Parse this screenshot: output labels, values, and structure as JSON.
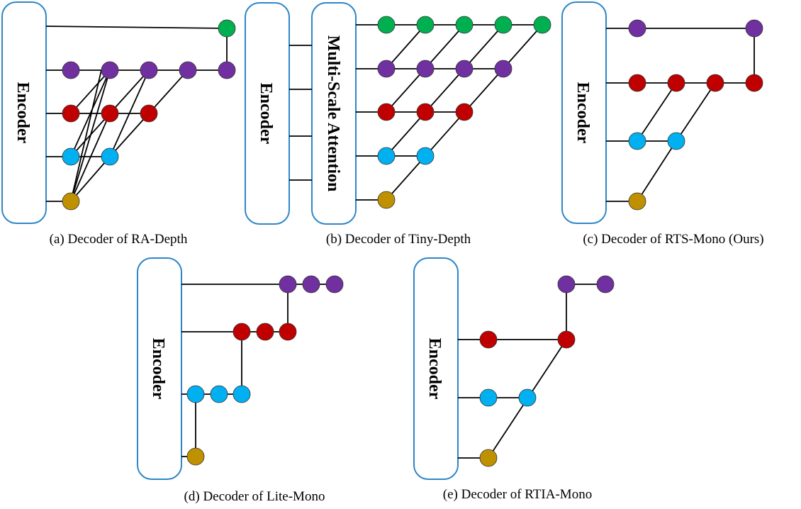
{
  "colors": {
    "green": "#00b050",
    "purple": "#7030a0",
    "red": "#c00000",
    "blue": "#00b0f0",
    "gold": "#bf9000",
    "box_stroke": "#2e86c8"
  },
  "panels": [
    {
      "id": "a",
      "caption": "(a) Decoder of RA-Depth",
      "encoder_label": "Encoder"
    },
    {
      "id": "b",
      "caption": "(b) Decoder of Tiny-Depth",
      "encoder_label": "Encoder",
      "attention_label": "Multi-Scale Attention"
    },
    {
      "id": "c",
      "caption": "(c) Decoder of RTS-Mono (Ours)",
      "encoder_label": "Encoder"
    },
    {
      "id": "d",
      "caption": "(d) Decoder of Lite-Mono",
      "encoder_label": "Encoder"
    },
    {
      "id": "e",
      "caption": "(e) Decoder of RTIA-Mono",
      "encoder_label": "Encoder"
    }
  ]
}
